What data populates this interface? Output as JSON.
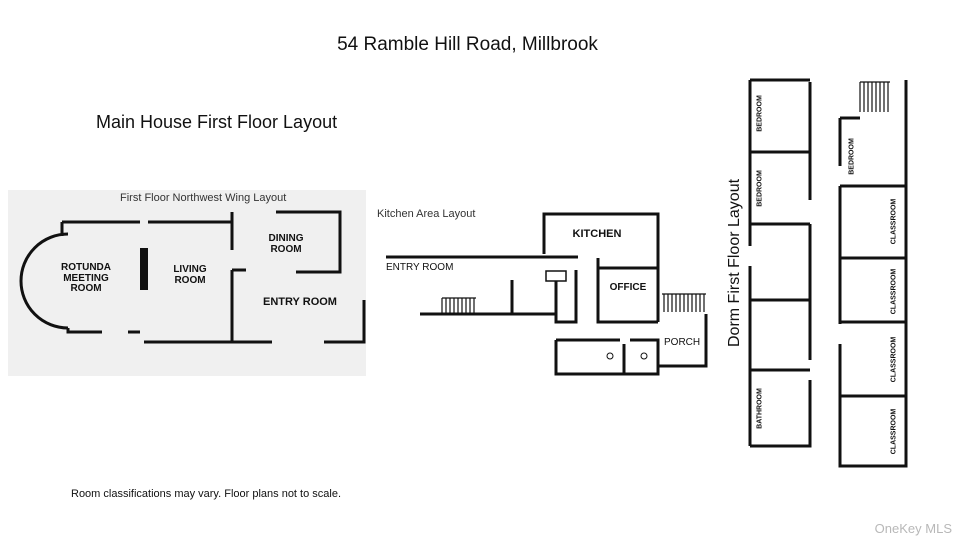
{
  "header": {
    "title": "54 Ramble Hill Road, Millbrook"
  },
  "main_house": {
    "title": "Main House First Floor Layout",
    "northwest_wing": {
      "caption": "First Floor Northwest Wing Layout",
      "rooms": {
        "rotunda": "ROTUNDA\nMEETING\nROOM",
        "living": "LIVING\nROOM",
        "dining": "DINING\nROOM",
        "entry": "ENTRY ROOM"
      }
    },
    "kitchen_area": {
      "caption": "Kitchen Area Layout",
      "rooms": {
        "kitchen": "KITCHEN",
        "entry": "ENTRY ROOM",
        "office": "OFFICE",
        "porch": "PORCH"
      }
    }
  },
  "dorm": {
    "title": "Dorm First Floor Layout",
    "left_column": [
      "BEDROOM",
      "BEDROOM",
      "BATHROOM"
    ],
    "right_column": [
      "BEDROOM",
      "CLASSROOM",
      "CLASSROOM",
      "CLASSROOM",
      "CLASSROOM"
    ]
  },
  "footer": {
    "note": "Room classifications may vary. Floor plans not to scale.",
    "watermark": "OneKey MLS"
  }
}
